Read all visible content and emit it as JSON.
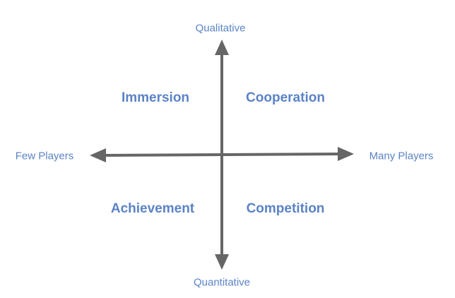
{
  "axes": {
    "top": "Qualitative",
    "bottom": "Quantitative",
    "left": "Few Players",
    "right": "Many Players"
  },
  "quadrants": {
    "top_left": "Immersion",
    "top_right": "Cooperation",
    "bottom_left": "Achievement",
    "bottom_right": "Competition"
  },
  "colors": {
    "text": "#5b83c6",
    "arrow": "#666666"
  }
}
